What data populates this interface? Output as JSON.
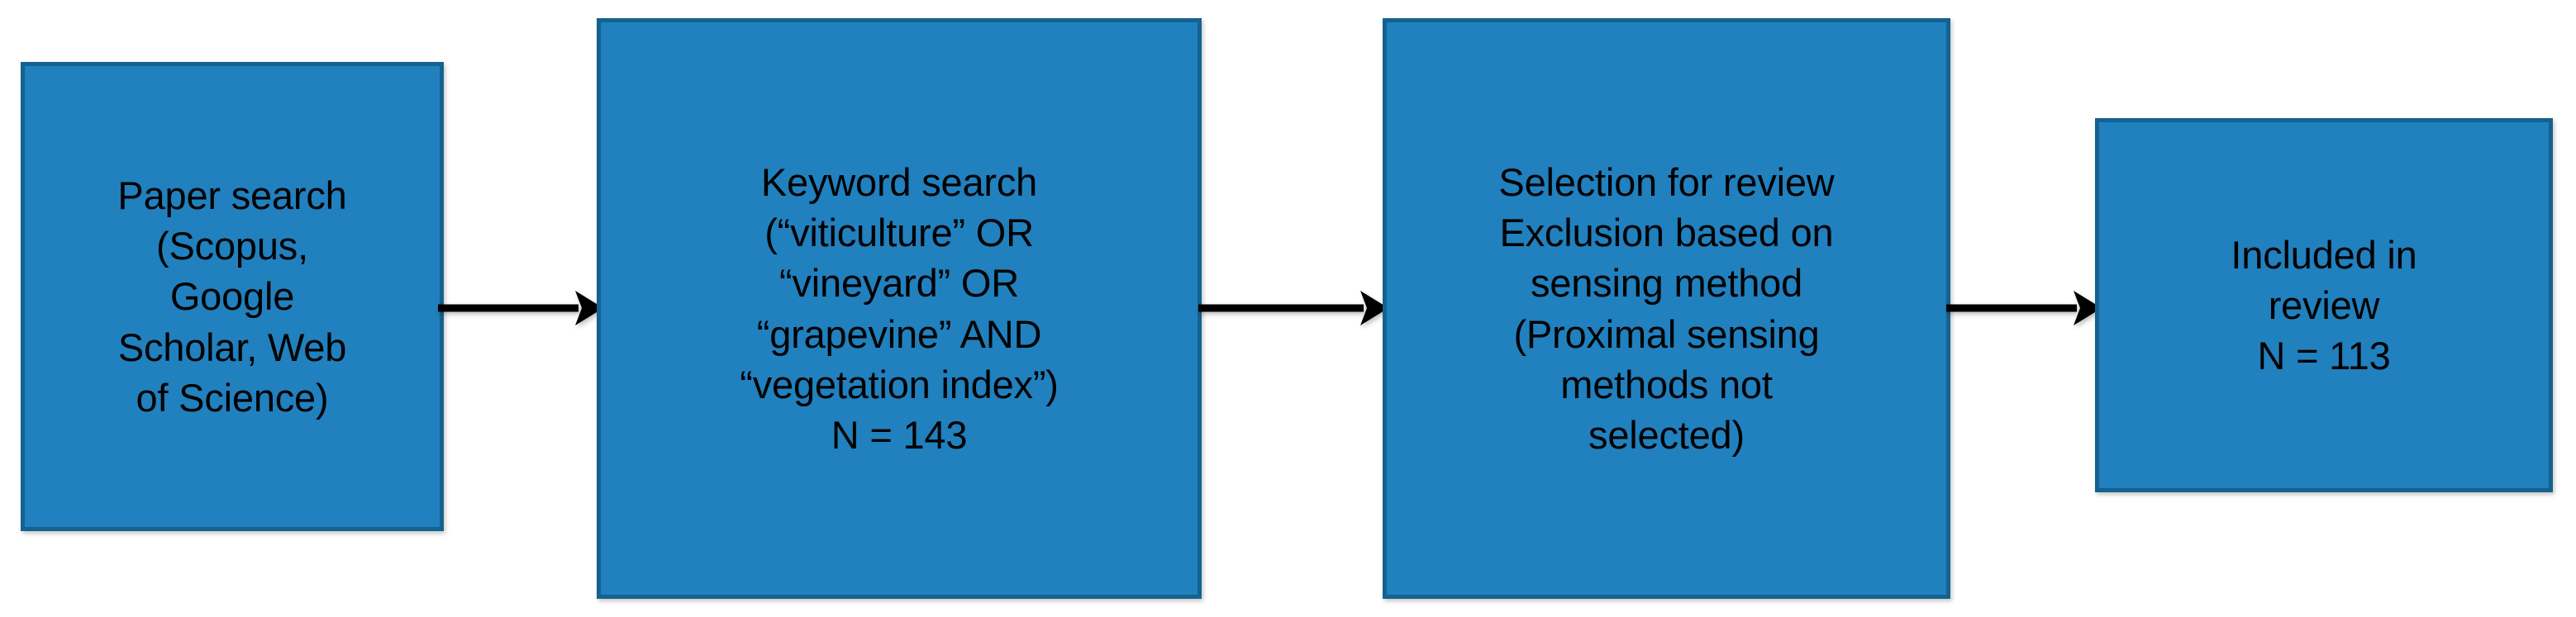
{
  "diagram": {
    "type": "flowchart",
    "orientation": "left-to-right",
    "title": "",
    "colors": {
      "node_fill": "#2180BE",
      "node_border": "#14628F",
      "node_text": "#000000",
      "arrow": "#000000",
      "background": "#FFFFFF"
    },
    "nodes": [
      {
        "id": "paper-search",
        "text": "Paper search\n(Scopus,\nGoogle\nScholar, Web\nof Science)",
        "lines": [
          "Paper search",
          "(Scopus,",
          "Google",
          "Scholar, Web",
          "of Science)"
        ]
      },
      {
        "id": "keyword-search",
        "text": "Keyword search\n(“viticulture” OR\n“vineyard” OR\n“grapevine” AND\n“vegetation index”)\nN = 143",
        "lines": [
          "Keyword search",
          "(“viticulture” OR",
          "“vineyard” OR",
          "“grapevine” AND",
          "“vegetation index”)",
          "N = 143"
        ],
        "count_label": "N = 143",
        "count_value": 143
      },
      {
        "id": "selection",
        "text": "Selection for review\nExclusion based on\nsensing method\n(Proximal sensing\nmethods not\nselected)",
        "lines": [
          "Selection for review",
          "Exclusion based on",
          "sensing method",
          "(Proximal sensing",
          "methods not",
          "selected)"
        ]
      },
      {
        "id": "included",
        "text": "Included in\nreview\nN = 113",
        "lines": [
          "Included in",
          "review",
          "N = 113"
        ],
        "count_label": "N = 113",
        "count_value": 113
      }
    ],
    "edges": [
      {
        "id": "edge-1",
        "from": "paper-search",
        "to": "keyword-search",
        "label": "",
        "style": "solid-arrow"
      },
      {
        "id": "edge-2",
        "from": "keyword-search",
        "to": "selection",
        "label": "",
        "style": "solid-arrow"
      },
      {
        "id": "edge-3",
        "from": "selection",
        "to": "included",
        "label": "",
        "style": "solid-arrow"
      }
    ]
  }
}
